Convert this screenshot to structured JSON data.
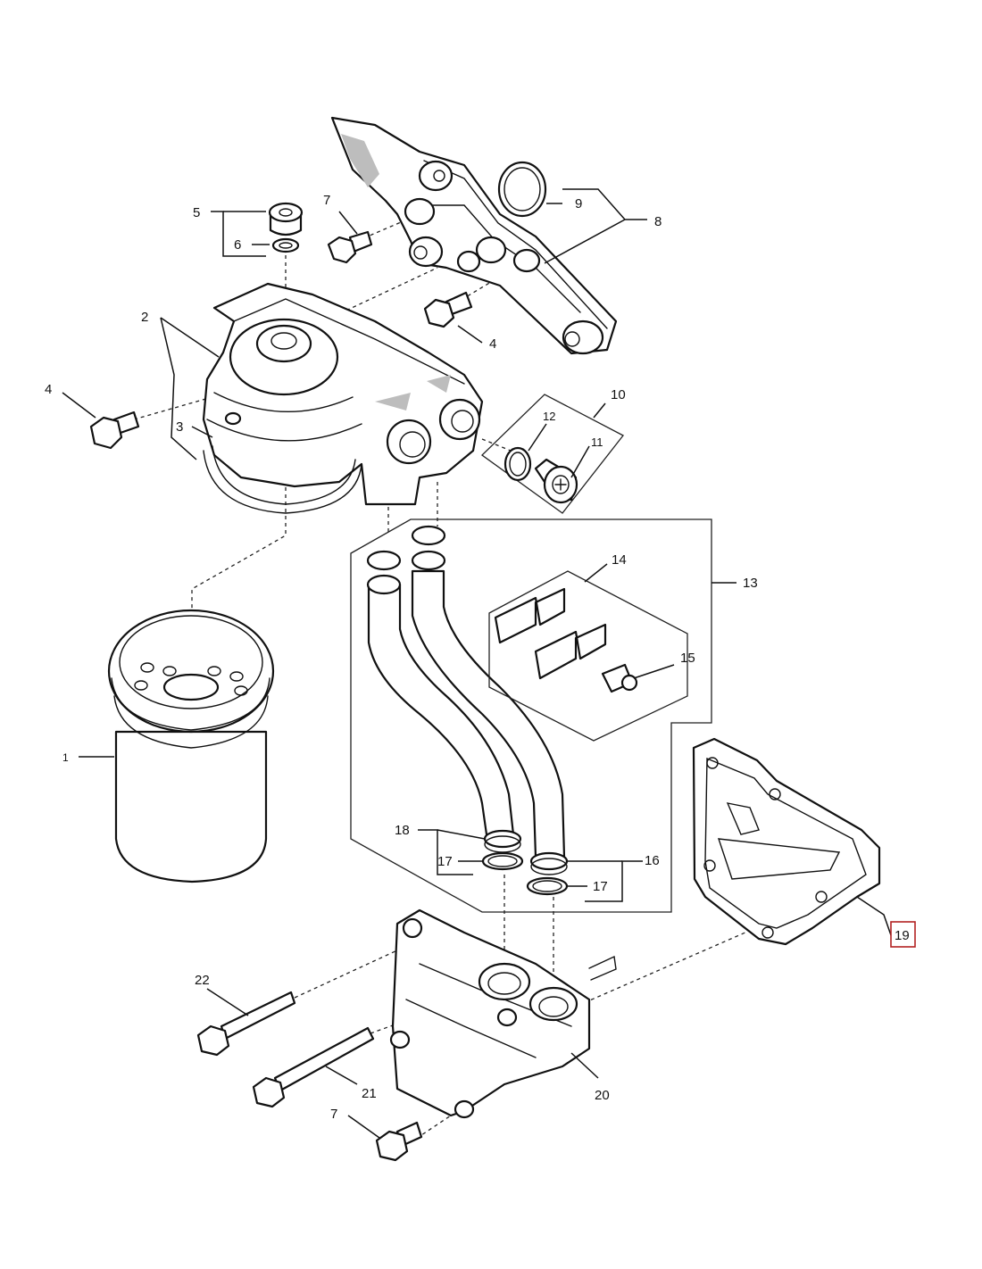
{
  "diagram": {
    "callouts": {
      "c1": "1",
      "c2": "2",
      "c3": "3",
      "c4a": "4",
      "c4b": "4",
      "c5": "5",
      "c6": "6",
      "c7a": "7",
      "c7b": "7",
      "c8": "8",
      "c9": "9",
      "c10": "10",
      "c11": "11",
      "c12": "12",
      "c13": "13",
      "c14": "14",
      "c15": "15",
      "c16": "16",
      "c17a": "17",
      "c17b": "17",
      "c18": "18",
      "c19": "19",
      "c20": "20",
      "c21": "21",
      "c22": "22"
    },
    "highlighted_callout": "19",
    "colors": {
      "line": "#111111",
      "highlight_box": "#b22222",
      "background": "#ffffff"
    }
  }
}
